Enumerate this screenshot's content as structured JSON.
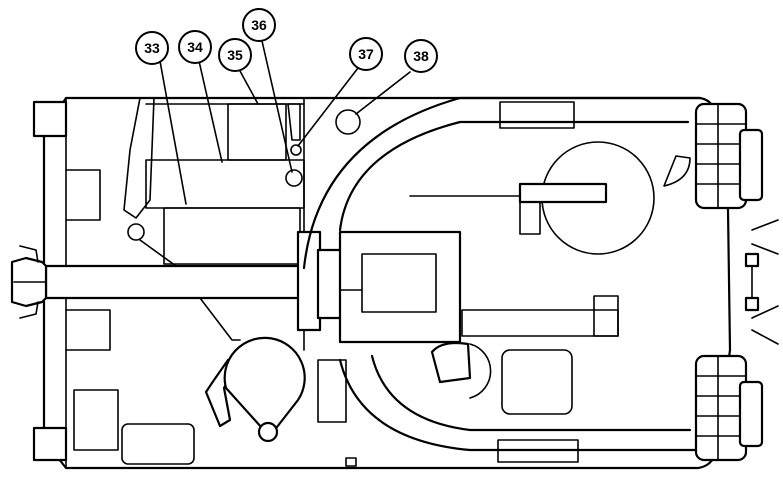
{
  "diagram": {
    "callouts": [
      {
        "id": "33",
        "label": "33"
      },
      {
        "id": "34",
        "label": "34"
      },
      {
        "id": "35",
        "label": "35"
      },
      {
        "id": "36",
        "label": "36"
      },
      {
        "id": "37",
        "label": "37"
      },
      {
        "id": "38",
        "label": "38"
      }
    ]
  }
}
